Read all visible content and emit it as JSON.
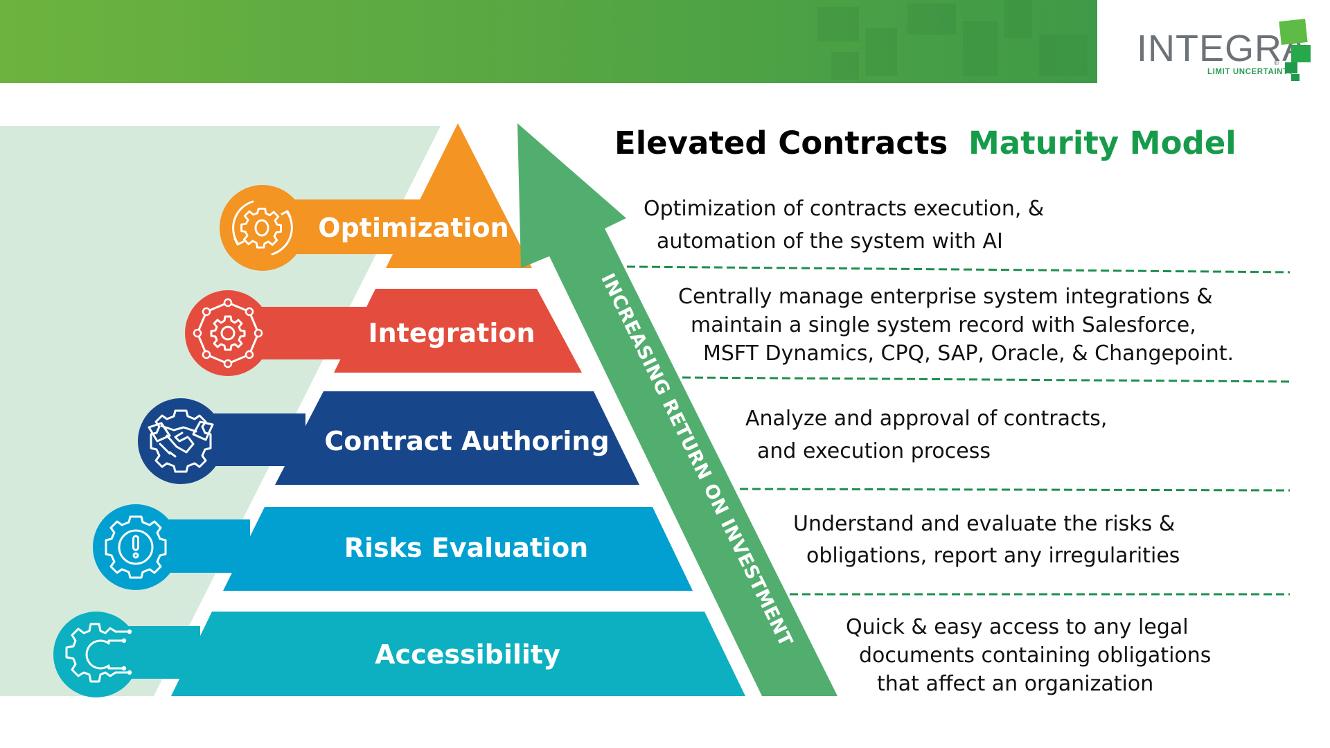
{
  "header": {
    "logo": {
      "wordmark": "INTEGRA",
      "registered_mark": "®",
      "tagline": "LIMIT UNCERTAINTY",
      "icon": "stacked-green-squares-icon"
    },
    "colors": {
      "band_start": "#6DB33F",
      "band_end": "#3F9A47"
    }
  },
  "title": {
    "part1": "Elevated Contracts",
    "part2": "Maturity Model",
    "part1_color": "#000000",
    "part2_color": "#169B4A"
  },
  "arrow": {
    "label": "INCREASING RETURN ON INVESTMENT",
    "color": "#52AE6E"
  },
  "tiers": [
    {
      "label": "Optimization",
      "icon": "gear-cycle-icon",
      "color": "#F39423",
      "description": [
        "Optimization of contracts execution, &",
        "automation of the system with AI"
      ]
    },
    {
      "label": "Integration",
      "icon": "gear-network-icon",
      "color": "#E44D3E",
      "description": [
        "Centrally manage enterprise system integrations &",
        "maintain a single system record with Salesforce,",
        "MSFT Dynamics, CPQ, SAP, Oracle, & Changepoint."
      ]
    },
    {
      "label": "Contract Authoring",
      "icon": "handshake-gear-icon",
      "color": "#17478A",
      "description": [
        "Analyze and approval of contracts,",
        "and execution process"
      ]
    },
    {
      "label": "Risks Evaluation",
      "icon": "gear-alert-icon",
      "color": "#02A0D1",
      "description": [
        "Understand and evaluate the risks &",
        "obligations, report any irregularities"
      ]
    },
    {
      "label": "Accessibility",
      "icon": "gear-circuit-icon",
      "color": "#0DB0C0",
      "description": [
        "Quick & easy access to any legal",
        "documents containing obligations",
        "that affect an organization"
      ]
    }
  ],
  "divider_color": "#1E8F4E",
  "panel_color": "#D6EADC"
}
